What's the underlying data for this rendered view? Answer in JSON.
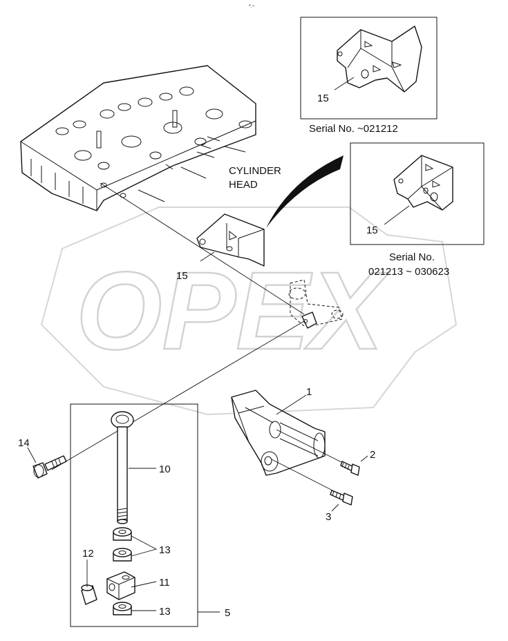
{
  "header_mark": "*.~",
  "callouts": {
    "c1": "1",
    "c2": "2",
    "c3": "3",
    "c5": "5",
    "c10": "10",
    "c11": "11",
    "c12": "12",
    "c13a": "13",
    "c13b": "13",
    "c14": "14",
    "c15_main": "15",
    "c15_inset1": "15",
    "c15_inset2": "15"
  },
  "cylinder_head_label": {
    "line1": "CYLINDER",
    "line2": "HEAD"
  },
  "inset1": {
    "serial_label": "Serial No. ~021212"
  },
  "inset2": {
    "serial_label_line1": "Serial No.",
    "serial_label_line2": "021213 ~ 030623"
  },
  "watermark": {
    "text": "OPEX"
  }
}
